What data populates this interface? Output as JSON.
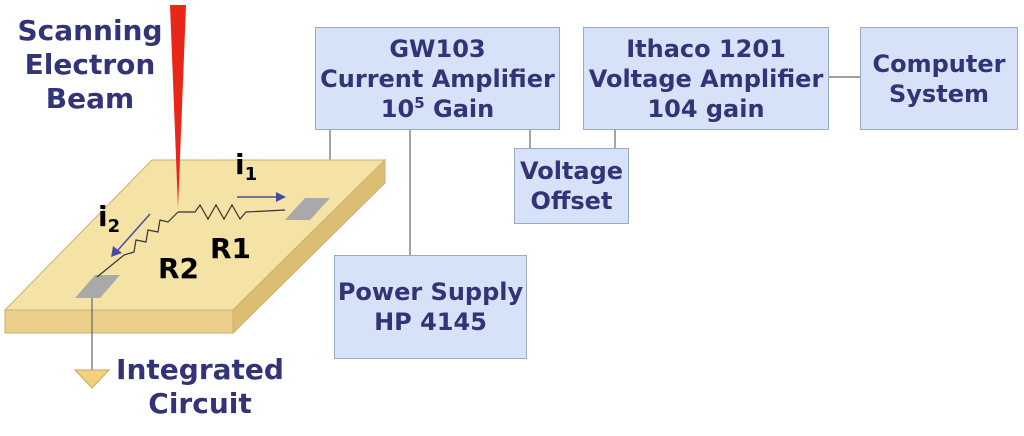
{
  "labels": {
    "beam": [
      "Scanning",
      "Electron",
      "Beam"
    ],
    "chip": [
      "Integrated",
      "Circuit"
    ],
    "r1": "R1",
    "r2": "R2",
    "i1_base": "i",
    "i1_sub": "1",
    "i2_base": "i",
    "i2_sub": "2"
  },
  "boxes": {
    "current_amp": {
      "line1": "GW103",
      "line2": "Current Amplifier",
      "line3_base": "10",
      "line3_exp": "5",
      "line3_rest": " Gain"
    },
    "voltage_amp": {
      "line1": "Ithaco 1201",
      "line2": "Voltage Amplifier",
      "line3": "104 gain"
    },
    "computer": {
      "line1": "Computer",
      "line2": "System"
    },
    "offset": {
      "line1": "Voltage",
      "line2": "Offset"
    },
    "power": {
      "line1": "Power Supply",
      "line2": "HP 4145"
    }
  },
  "colors": {
    "box_fill": "#d6e2f7",
    "text_navy": "#333377",
    "chip_top": "#f5e3a6",
    "chip_side": "#ead08a",
    "beam": "#e8261a",
    "pad": "#a9a9a9",
    "arrow": "#4a4aa0"
  }
}
